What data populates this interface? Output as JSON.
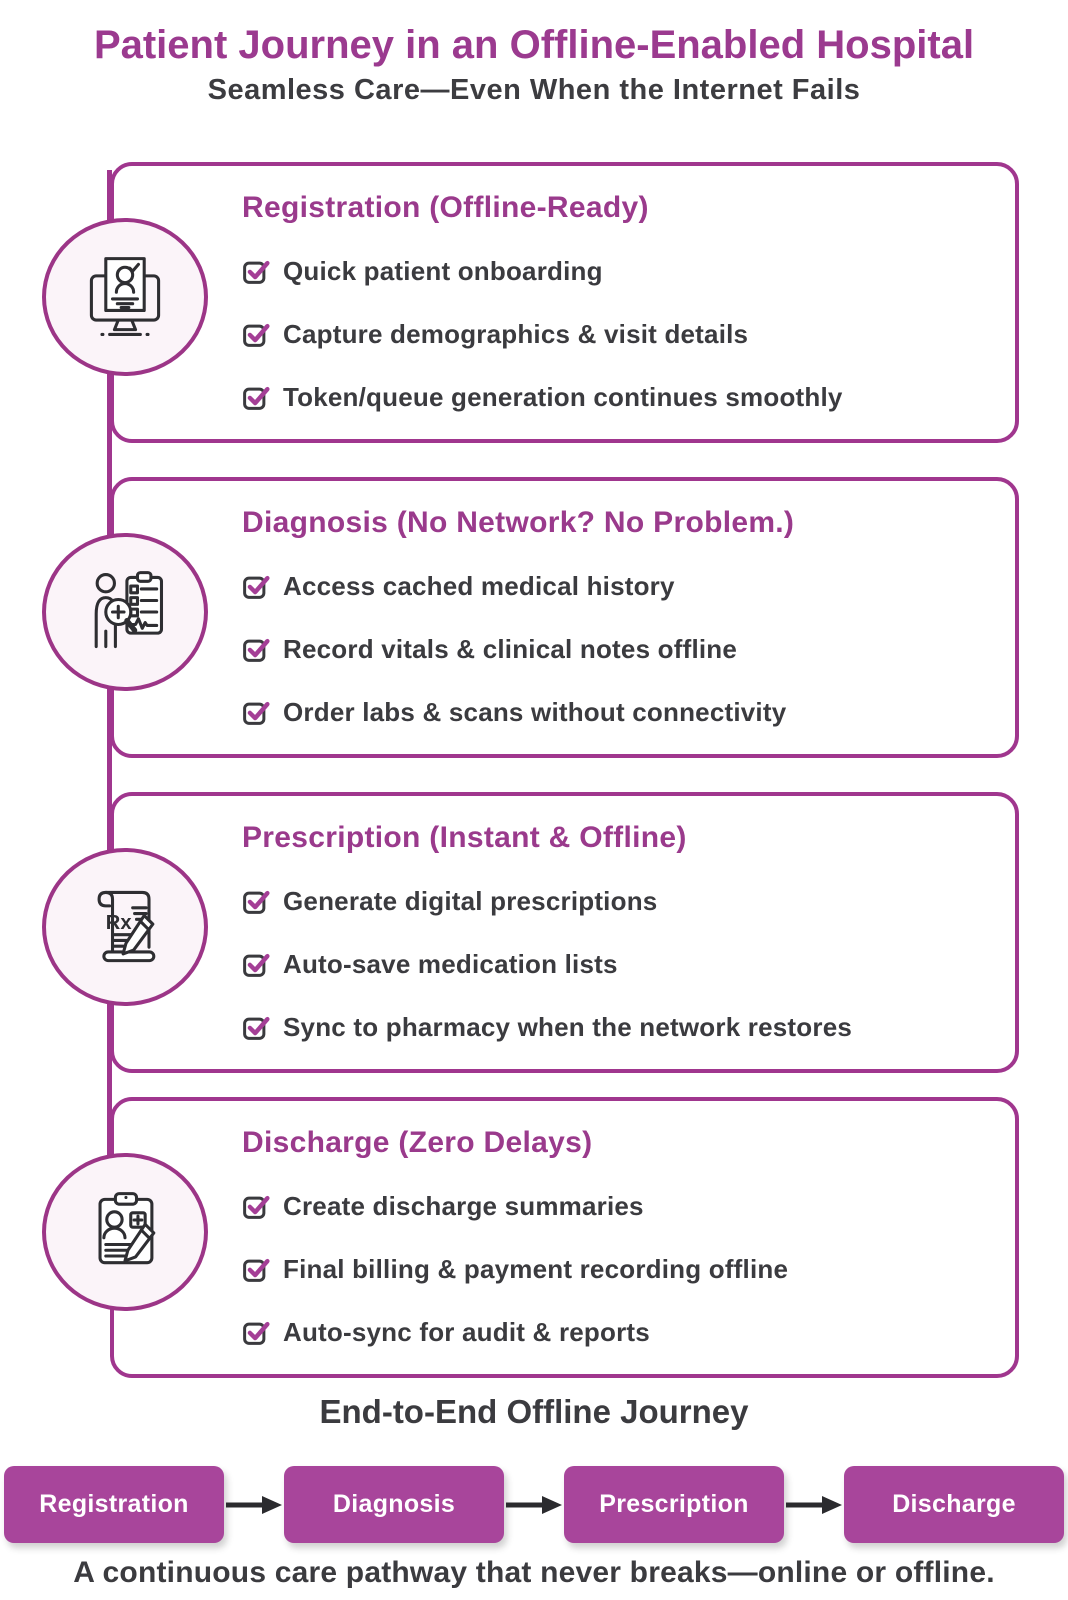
{
  "page": {
    "title": "Patient Journey in an Offline-Enabled Hospital",
    "subtitle": "Seamless Care—Even When the Internet Fails"
  },
  "cards": [
    {
      "heading": "Registration (Offline-Ready)",
      "icon": "monitor-patient-check-icon",
      "items": [
        "Quick patient onboarding",
        "Capture demographics & visit details",
        "Token/queue generation continues smoothly"
      ]
    },
    {
      "heading": "Diagnosis (No Network? No Problem.)",
      "icon": "doctor-magnifier-chart-icon",
      "items": [
        "Access cached medical history",
        "Record vitals & clinical notes offline",
        "Order labs & scans without connectivity"
      ]
    },
    {
      "heading": "Prescription (Instant & Offline)",
      "icon": "rx-prescription-pencil-icon",
      "rx_label": "Rx",
      "items": [
        "Generate digital prescriptions",
        "Auto-save medication lists",
        "Sync to pharmacy when the network restores"
      ]
    },
    {
      "heading": "Discharge (Zero Delays)",
      "icon": "discharge-clipboard-pencil-icon",
      "items": [
        "Create discharge summaries",
        "Final billing & payment recording offline",
        "Auto-sync for audit & reports"
      ]
    }
  ],
  "journey": {
    "heading": "End-to-End Offline Journey",
    "steps": [
      "Registration",
      "Diagnosis",
      "Prescription",
      "Discharge"
    ],
    "caption": "A continuous care pathway that never breaks—online or offline."
  },
  "colors": {
    "title_purple": "#9B3A8F",
    "card_border_purple": "#A0368E",
    "heading_purple": "#9A3A8C",
    "check_magenta": "#A43E96",
    "checkbox_outline": "#3A3A3E",
    "flow_box_purple": "#A8459B",
    "text_dark": "#3B3B3F",
    "circle_fill_pink": "#FBF4F9",
    "icon_line_dark": "#2E2E32",
    "arrow_dark": "#2B2B2E"
  }
}
